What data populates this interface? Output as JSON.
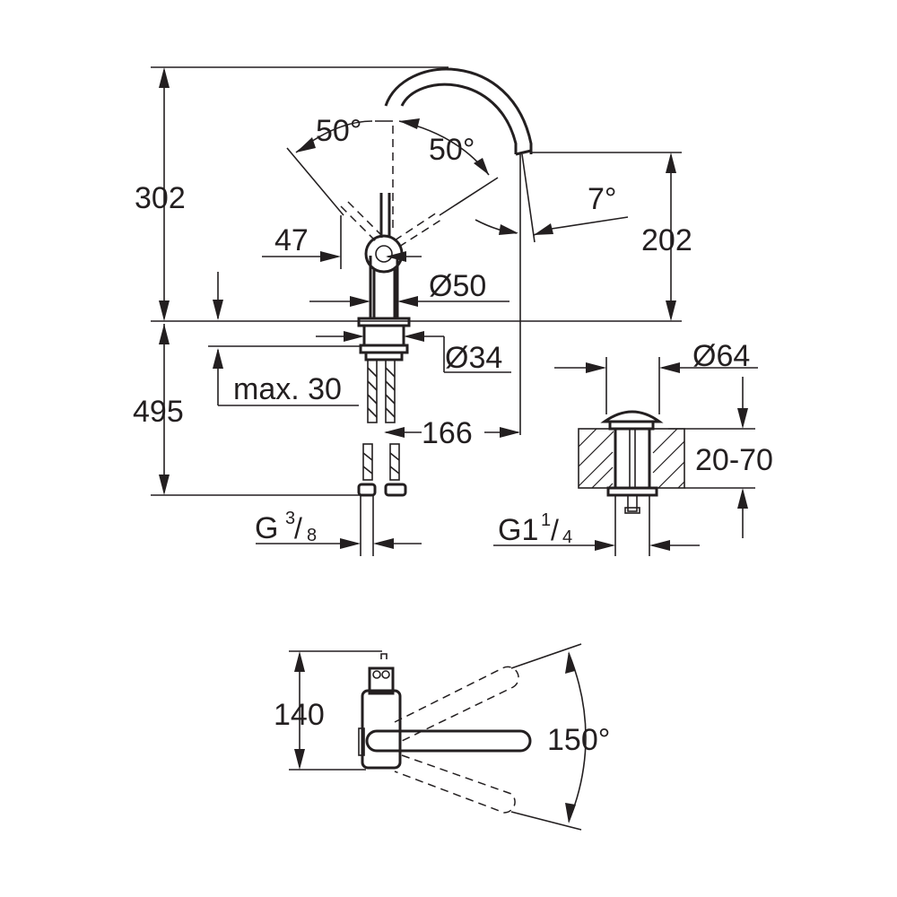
{
  "dimensions": {
    "total_height": "302",
    "spout_height": "202",
    "handle_offset": "47",
    "body_diameter": "Ø50",
    "base_diameter": "Ø34",
    "max_deck_thickness": "max. 30",
    "below_deck_length": "495",
    "spout_reach": "166",
    "handle_angle_left": "50°",
    "handle_angle_right": "50°",
    "spout_angle": "7°",
    "connection_thread_main": "G",
    "connection_thread_sup": "3",
    "connection_thread_sub": "8",
    "waste_diameter": "Ø64",
    "deck_range": "20-70",
    "waste_thread_main": "G1",
    "waste_thread_sup": "1",
    "waste_thread_sub": "4",
    "top_view_depth": "140",
    "swivel_angle": "150°"
  }
}
